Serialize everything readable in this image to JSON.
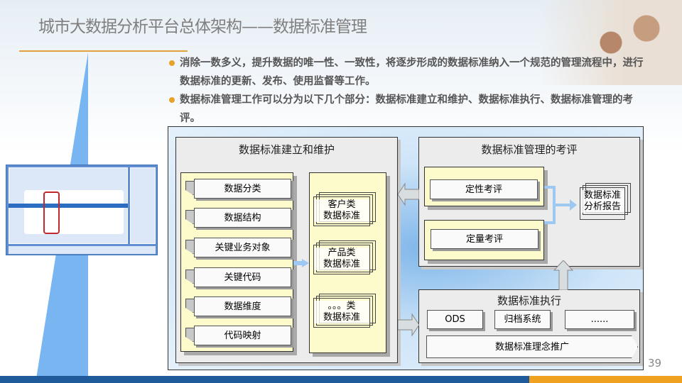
{
  "title": "城市大数据分析平台总体架构——数据标准管理",
  "bullets": [
    "消除一数多义，提升数据的唯一性、一致性，将逐步形成的数据标准纳入一个规范的管理流程中，进行数据标准的更新、发布、使用监督等工作。",
    "数据标准管理工作可以分为以下几个部分：数据标准建立和维护、数据标准执行、数据标准管理的考评。"
  ],
  "diagram": {
    "build": {
      "title": "数据标准建立和维护",
      "items": [
        "数据分类",
        "数据结构",
        "关键业务对象",
        "关键代码",
        "数据维度",
        "代码映射"
      ],
      "docs": [
        [
          "客户类",
          "数据标准"
        ],
        [
          "产品类",
          "数据标准"
        ],
        [
          "。。。类",
          "数据标准"
        ]
      ]
    },
    "evaluate": {
      "title": "数据标准管理的考评",
      "items": [
        "定性考评",
        "定量考评"
      ],
      "report": [
        "数据标准",
        "分析报告"
      ]
    },
    "execute": {
      "title": "数据标准执行",
      "systems": [
        "ODS",
        "归档系统",
        "......"
      ],
      "promote": "数据标准理念推广"
    }
  },
  "page_number": "39",
  "colors": {
    "accent_orange": "#e9a12a",
    "bar_blue": "#1f5a9a",
    "panel_yellow": "#fdfbcc",
    "thumbnail_highlight": "#c0282d"
  }
}
